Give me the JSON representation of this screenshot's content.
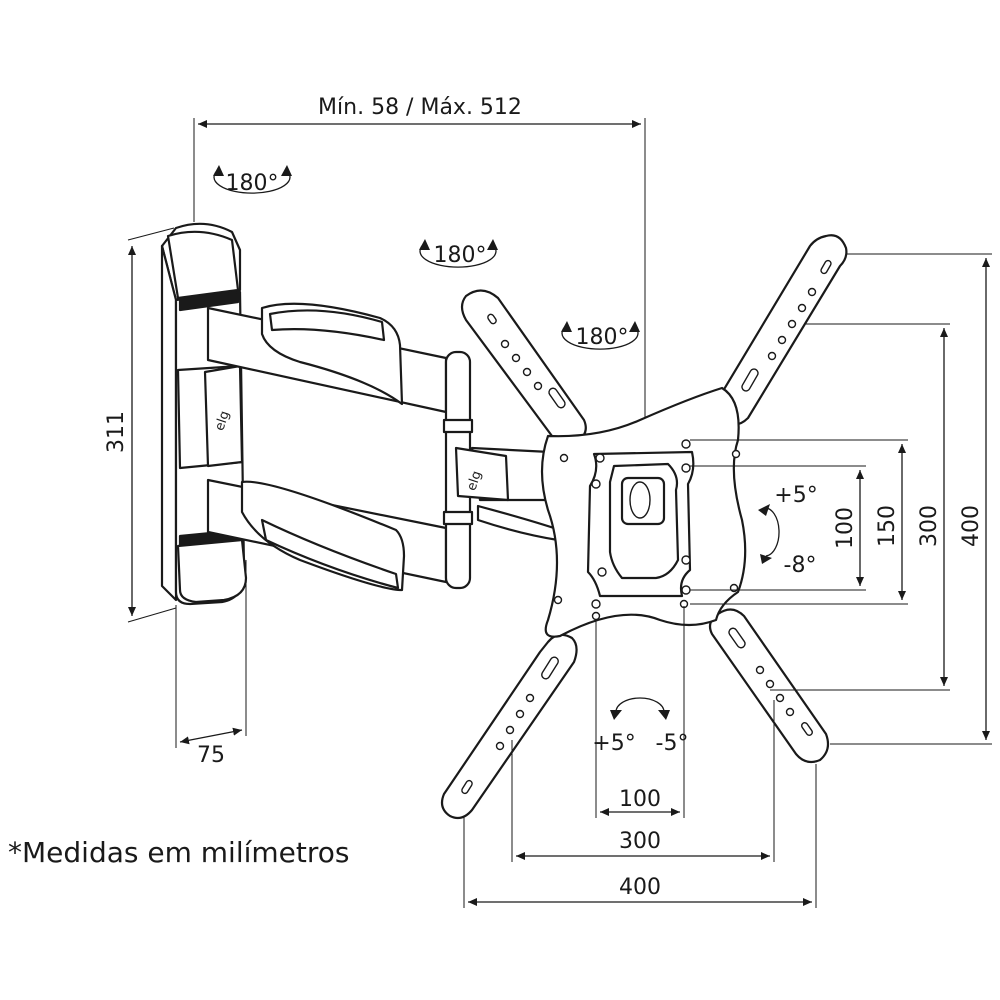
{
  "dimensions": {
    "extension": "Mín. 58 / Máx. 512",
    "wall_plate_height": "311",
    "wall_plate_depth": "75",
    "vesa_horizontal_small": "100",
    "vesa_horizontal_mid": "300",
    "vesa_horizontal_large": "400",
    "vesa_vertical_small": "100",
    "vesa_vertical_150": "150",
    "vesa_vertical_mid": "300",
    "vesa_vertical_large": "400"
  },
  "rotations": {
    "wall_joint": "180°",
    "arm_joint": "180°",
    "head_joint": "180°"
  },
  "tilt": {
    "up": "+5°",
    "down": "-8°"
  },
  "swivel": {
    "left": "+5°",
    "right": "-5°"
  },
  "note": "*Medidas em milímetros",
  "colors": {
    "line": "#1a1a1a",
    "background": "#ffffff"
  }
}
